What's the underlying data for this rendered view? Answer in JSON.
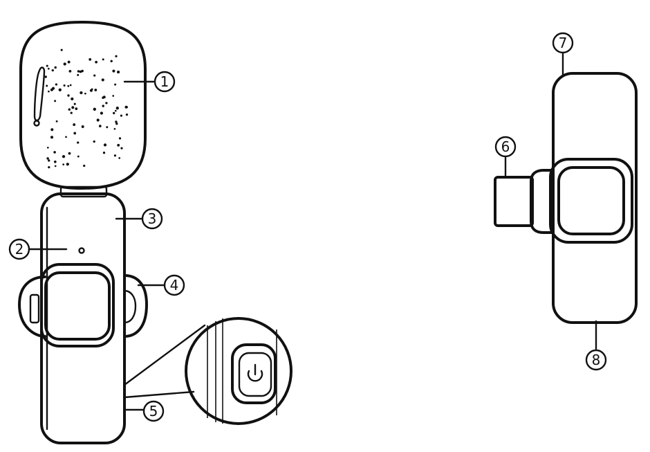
{
  "callouts": [
    {
      "id": "1",
      "label": "1"
    },
    {
      "id": "2",
      "label": "2"
    },
    {
      "id": "3",
      "label": "3"
    },
    {
      "id": "4",
      "label": "4"
    },
    {
      "id": "5",
      "label": "5"
    },
    {
      "id": "6",
      "label": "6"
    },
    {
      "id": "7",
      "label": "7"
    },
    {
      "id": "8",
      "label": "8"
    }
  ],
  "colors": {
    "ink": "#111111",
    "background": "#ffffff"
  },
  "icons": [
    "power-icon"
  ]
}
